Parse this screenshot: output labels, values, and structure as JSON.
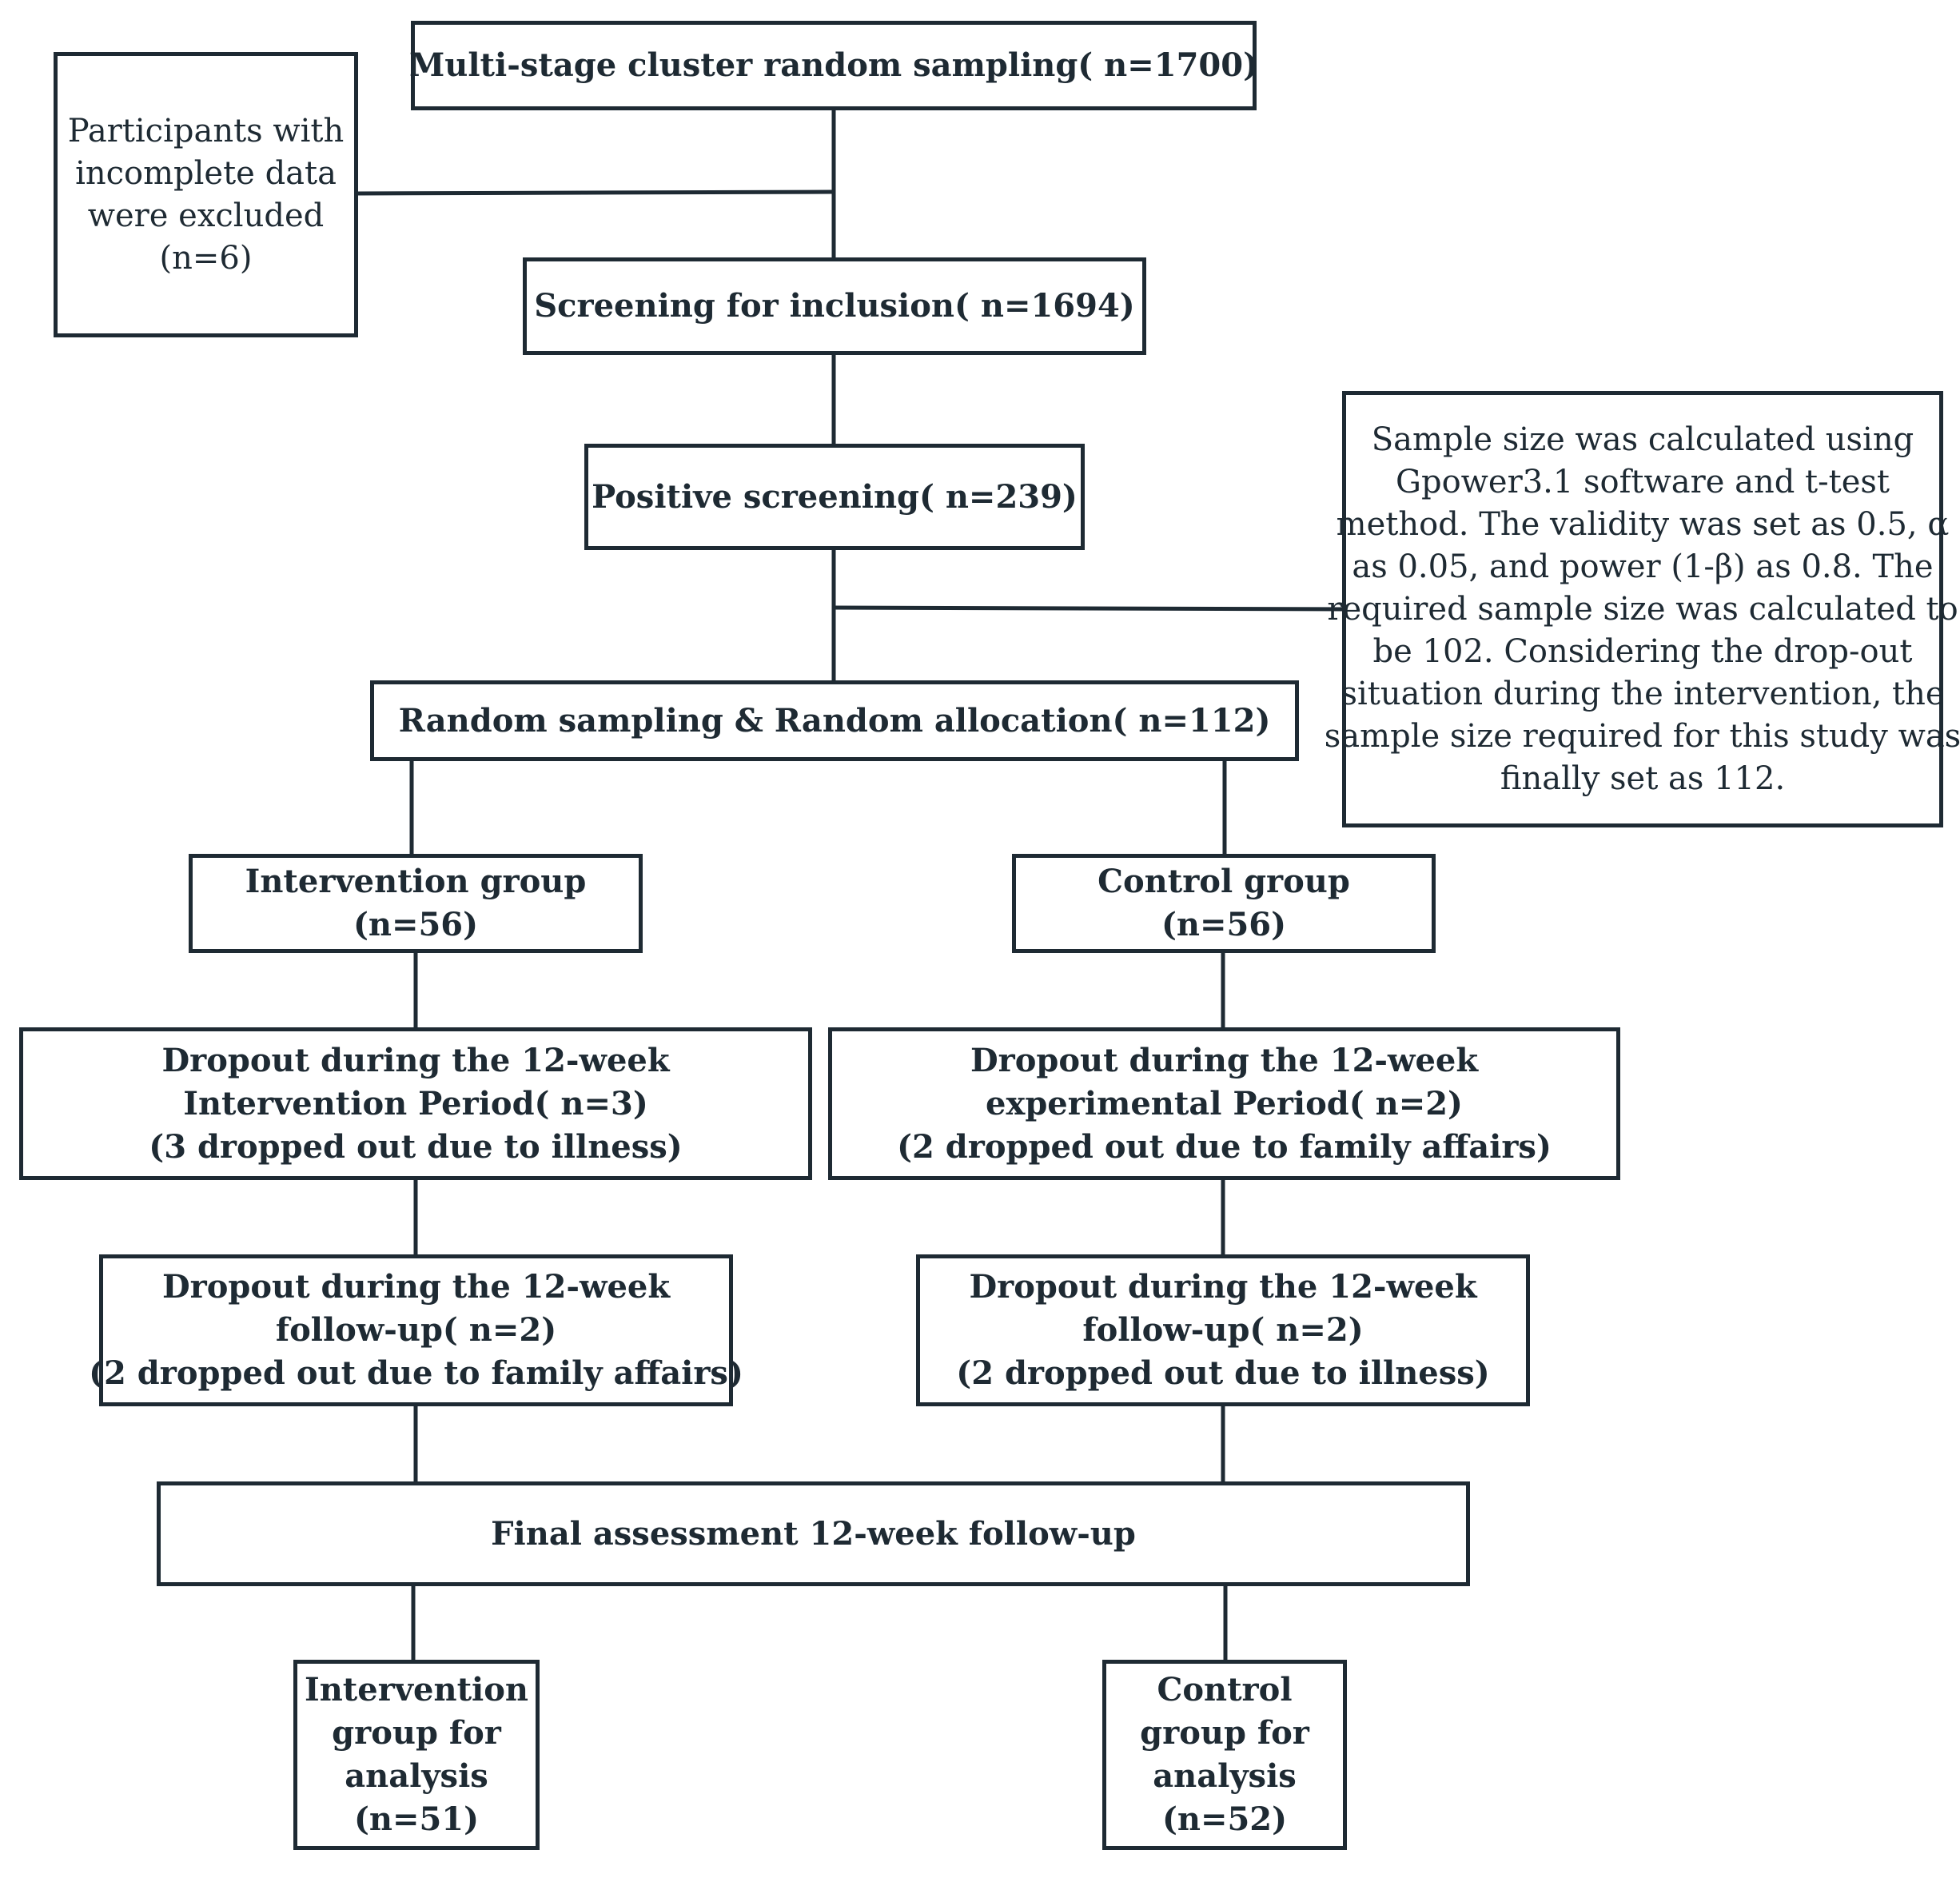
{
  "colors": {
    "stroke": "#1e2a33",
    "background": "#ffffff"
  },
  "boxes": {
    "sampling": [
      "Multi-stage cluster random sampling( n=1700)"
    ],
    "excluded": [
      "Participants with",
      "incomplete data",
      "were excluded",
      "(n=6)"
    ],
    "screening": [
      "Screening for inclusion( n=1694)"
    ],
    "positive": [
      "Positive screening( n=239)"
    ],
    "sample_size_note": [
      "Sample size was calculated using",
      "Gpower3.1 software and t-test",
      "method. The validity was set as 0.5, α",
      "as 0.05, and power (1-β) as 0.8. The",
      "required sample size was calculated to",
      "be 102. Considering the drop-out",
      "situation during the intervention, the",
      "sample size required for this study was",
      "finally set as 112."
    ],
    "allocation": [
      "Random sampling & Random allocation( n=112)"
    ],
    "intervention_group": [
      "Intervention group",
      "(n=56)"
    ],
    "control_group": [
      "Control group",
      "(n=56)"
    ],
    "intervention_dropout_period": [
      "Dropout during the 12-week",
      "Intervention Period( n=3)",
      "(3 dropped out due to illness)"
    ],
    "control_dropout_period": [
      "Dropout during the 12-week",
      "experimental Period( n=2)",
      "(2 dropped out due to family affairs)"
    ],
    "intervention_dropout_followup": [
      "Dropout during the 12-week",
      "follow-up( n=2)",
      "(2 dropped out due to family affairs)"
    ],
    "control_dropout_followup": [
      "Dropout during the 12-week",
      "follow-up( n=2)",
      "(2 dropped out due to illness)"
    ],
    "final_assessment": [
      "Final assessment 12-week follow-up"
    ],
    "intervention_analysis": [
      "Intervention",
      "group for",
      "analysis",
      "(n=51)"
    ],
    "control_analysis": [
      "Control",
      "group for",
      "analysis",
      "(n=52)"
    ]
  }
}
